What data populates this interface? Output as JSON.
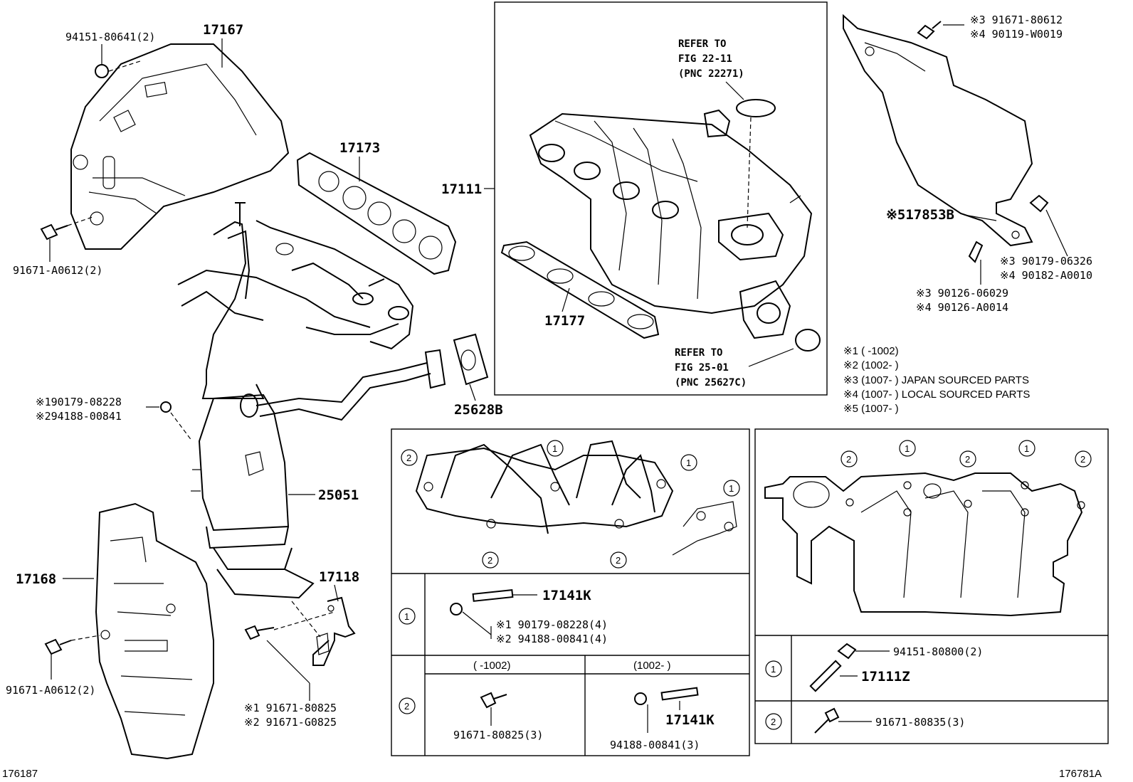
{
  "labels": {
    "p94151_80641": "94151-80641(2)",
    "p17167": "17167",
    "p17173": "17173",
    "p17111": "17111",
    "refer_fig_22_11": [
      "REFER TO",
      "FIG 22-11",
      "(PNC 22271)"
    ],
    "refer_fig_25_01": [
      "REFER TO",
      "FIG 25-01",
      "(PNC 25627C)"
    ],
    "p17177": "17177",
    "p91671_A0612_top": "91671-A0612(2)",
    "p_x1_90179_08228": "※190179-08228",
    "p_x2_94188_00841": "※294188-00841",
    "p25628B": "25628B",
    "p25051": "25051",
    "p17168": "17168",
    "p17118": "17118",
    "p91671_A0612_bottom": "91671-A0612(2)",
    "p_x1_91671_80825": "※1 91671-80825",
    "p_x2_91671_G0825": "※2 91671-G0825",
    "p_x3_91671_80612": "※3 91671-80612",
    "p_x4_90119_W0019": "※4 90119-W0019",
    "p_x5_17853B": "※517853B",
    "p_x3_90179_06326": "※3 90179-06326",
    "p_x4_90182_A0010": "※4 90182-A0010",
    "p_x3_90126_06029": "※3 90126-06029",
    "p_x4_90126_A0014": "※4 90126-A0014"
  },
  "notes": [
    "※1 (        -1002)",
    "※2 (1002-        )",
    "※3 (1007-        ) JAPAN SOURCED PARTS",
    "※4 (1007-        ) LOCAL SOURCED PARTS",
    "※5 (1007-        )"
  ],
  "exhaust_table": {
    "row1": {
      "circle": "1",
      "stud": "17141K",
      "nut1": "※1 90179-08228(4)",
      "nut2": "※2 94188-00841(4)"
    },
    "row2": {
      "circle": "2",
      "range_a": "(        -1002)",
      "range_b": "(1002-        )",
      "bolt": "91671-80825(3)",
      "nut": "94188-00841(3)",
      "stud": "17141K"
    }
  },
  "intake_table": {
    "row1": {
      "circle": "1",
      "nut": "94151-80800(2)",
      "stud": "17111Z"
    },
    "row2": {
      "circle": "2",
      "bolt": "91671-80835(3)"
    }
  },
  "footer": {
    "left_id": "176187",
    "right_id": "176781A"
  },
  "circles_exhaust": [
    "2",
    "1",
    "1",
    "1",
    "2",
    "2"
  ],
  "circles_intake": [
    "2",
    "1",
    "2",
    "1",
    "2"
  ]
}
